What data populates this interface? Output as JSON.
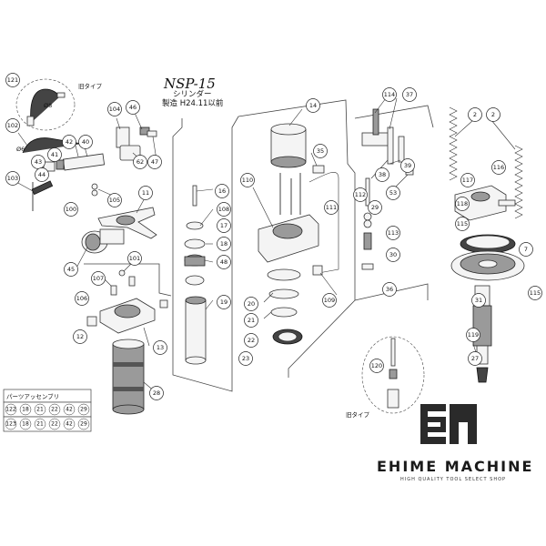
{
  "header": {
    "model": "NSP-15",
    "part_name": "シリンダー",
    "date_note": "製造 H24.11以前"
  },
  "tags": {
    "old_type_top": "旧タイプ",
    "old_type_bottom": "旧タイプ",
    "dim_8": "Ø8",
    "dim_6": "Ø6"
  },
  "callouts": [
    "121",
    "104",
    "46",
    "62",
    "47",
    "102",
    "42",
    "40",
    "41",
    "43",
    "44",
    "103",
    "100",
    "105",
    "11",
    "45",
    "101",
    "107",
    "106",
    "12",
    "13",
    "28",
    "16",
    "108",
    "17",
    "18",
    "48",
    "19",
    "14",
    "35",
    "110",
    "111",
    "112",
    "29",
    "113",
    "30",
    "36",
    "20",
    "109",
    "21",
    "22",
    "23",
    "114",
    "37",
    "38",
    "39",
    "53",
    "2",
    "2",
    "116",
    "117",
    "118",
    "115",
    "7",
    "115",
    "31",
    "119",
    "27",
    "120"
  ],
  "table": {
    "title": "パーツアッセンブリ",
    "rows": [
      [
        "122",
        "18",
        "21",
        "22",
        "42",
        "29"
      ],
      [
        "123",
        "18",
        "21",
        "22",
        "42",
        "29"
      ]
    ]
  },
  "brand": {
    "name": "EHIME MACHINE",
    "tagline": "HIGH QUALITY TOOL SELECT SHOP",
    "logo_text": "EM"
  }
}
